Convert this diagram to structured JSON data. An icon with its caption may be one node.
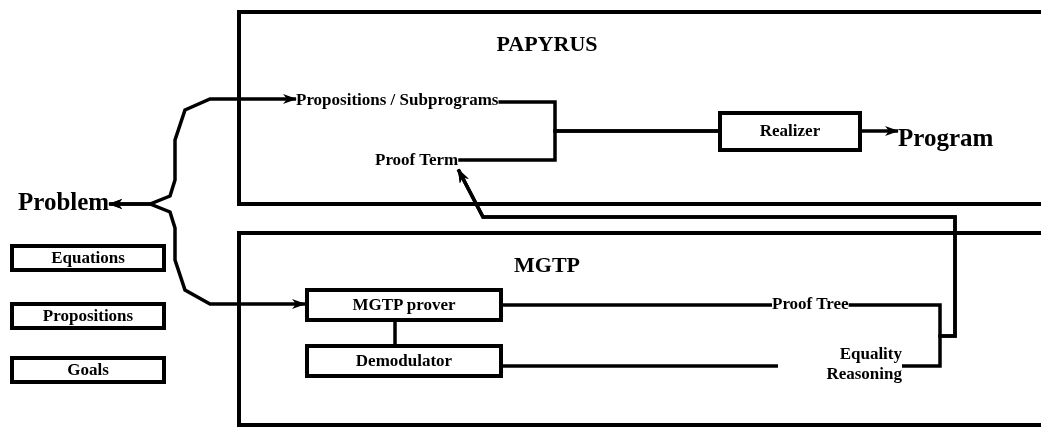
{
  "diagram": {
    "nodes": [
      {
        "text": [
          "PAPYRUS"
        ]
      },
      {
        "text": [
          "Propositions / Subprograms"
        ],
        "in": 0
      },
      {
        "text": [
          "Proof Term"
        ],
        "in": 0
      },
      {
        "text": [
          "Realizer"
        ],
        "in": 0
      },
      {
        "text": [
          "Program"
        ],
        "in": 0
      },
      {
        "text": [
          "Problem"
        ]
      },
      {
        "text": [
          "Equations"
        ]
      },
      {
        "text": [
          "Propositions"
        ]
      },
      {
        "text": [
          "Goals"
        ]
      },
      {
        "text": [
          "MGTP"
        ]
      },
      {
        "text": [
          "MGTP prover"
        ],
        "in": 9
      },
      {
        "text": [
          "Demodulator"
        ],
        "in": 9
      },
      {
        "text": [
          "Proof Tree"
        ],
        "in": 9
      },
      {
        "text": [
          "Equality Reasoning"
        ],
        "in": 9
      }
    ],
    "edges": [
      {
        "from": 5,
        "to": 1,
        "arrow": "both"
      },
      {
        "from": 5,
        "to": 10,
        "arrow": "both"
      },
      {
        "from": 1,
        "to": 3,
        "arrow": "none"
      },
      {
        "from": 2,
        "to": 3,
        "arrow": "none"
      },
      {
        "from": 3,
        "to": 4,
        "arrow": "to"
      },
      {
        "from": 10,
        "to": 11,
        "arrow": "none"
      },
      {
        "from": 10,
        "to": 12,
        "arrow": "none"
      },
      {
        "from": 11,
        "to": 13,
        "arrow": "none"
      },
      {
        "from": 12,
        "to": 2,
        "arrow": "to"
      },
      {
        "from": 13,
        "to": 2,
        "arrow": "to"
      }
    ]
  }
}
